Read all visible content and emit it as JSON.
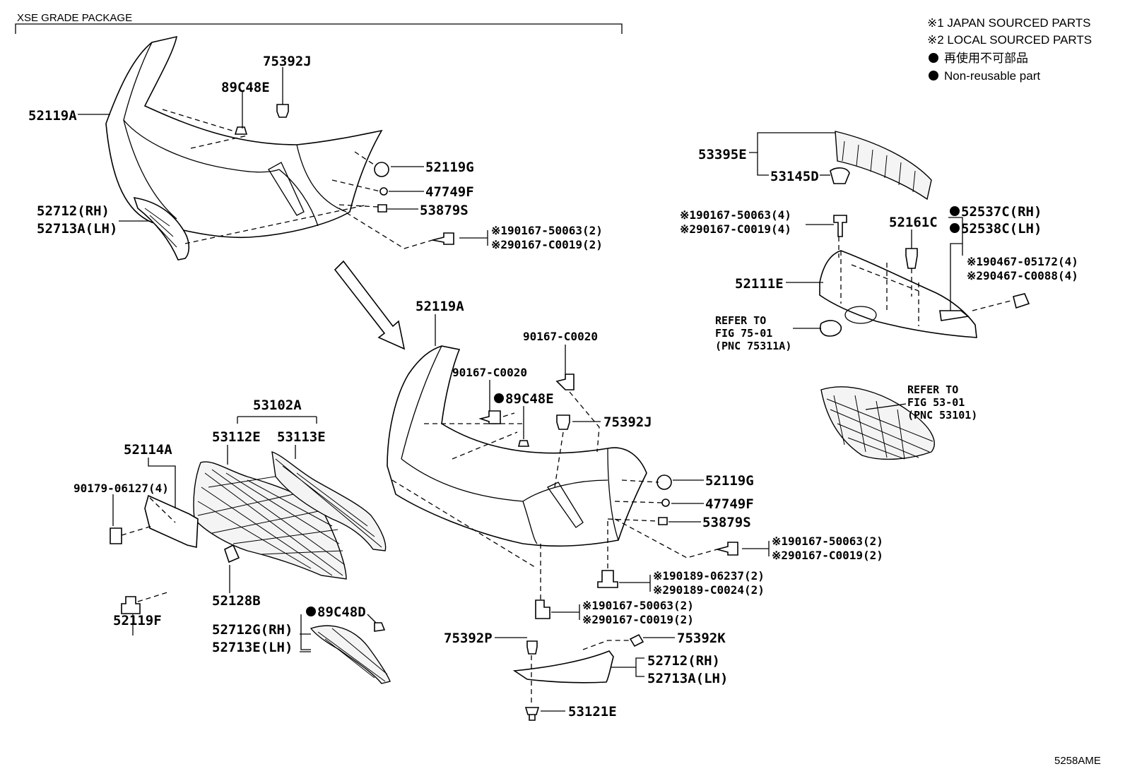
{
  "header": {
    "package": "XSE GRADE PACKAGE",
    "figure_code": "5258AME"
  },
  "legend": {
    "japan": "※1 JAPAN SOURCED PARTS",
    "local": "※2 LOCAL SOURCED PARTS",
    "non_reusable_jp": "再使用不可部品",
    "non_reusable_en": "Non-reusable part"
  },
  "labels": {
    "top_52119A": "52119A",
    "top_89C48E": "89C48E",
    "top_75392J": "75392J",
    "top_52119G": "52119G",
    "top_47749F": "47749F",
    "top_53879S": "53879S",
    "top_52712": "52712(RH)",
    "top_52713A": "52713A(LH)",
    "top_90167a": "※190167-50063(2)",
    "top_90167b": "※290167-C0019(2)",
    "r_53395E": "53395E",
    "r_53145D": "53145D",
    "r_90167a": "※190167-50063(4)",
    "r_90167b": "※290167-C0019(4)",
    "r_52161C": "52161C",
    "r_52537C": "52537C(RH)",
    "r_52538C": "52538C(LH)",
    "r_90467a": "※190467-05172(4)",
    "r_90467b": "※290467-C0088(4)",
    "r_52111E": "52111E",
    "r_refer1a": "REFER TO",
    "r_refer1b": "FIG 75-01",
    "r_refer1c": "(PNC 75311A)",
    "r_refer2a": "REFER TO",
    "r_refer2b": "FIG 53-01",
    "r_refer2c": "(PNC 53101)",
    "m_52119A": "52119A",
    "m_90167c1": "90167-C0020",
    "m_90167c2": "90167-C0020",
    "m_89C48E": "89C48E",
    "m_75392J": "75392J",
    "m_52119G": "52119G",
    "m_47749F": "47749F",
    "m_53879S": "53879S",
    "m_90167a": "※190167-50063(2)",
    "m_90167b": "※290167-C0019(2)",
    "m_90189a": "※190189-06237(2)",
    "m_90189b": "※290189-C0024(2)",
    "m_90167a2": "※190167-50063(2)",
    "m_90167b2": "※290167-C0019(2)",
    "m_75392P": "75392P",
    "m_75392K": "75392K",
    "m_52712": "52712(RH)",
    "m_52713A": "52713A(LH)",
    "m_53121E": "53121E",
    "l_53102A": "53102A",
    "l_53112E": "53112E",
    "l_53113E": "53113E",
    "l_52114A": "52114A",
    "l_90179": "90179-06127(4)",
    "l_52119F": "52119F",
    "l_52128B": "52128B",
    "l_89C48D": "89C48D",
    "l_52712G": "52712G(RH)",
    "l_52713E": "52713E(LH)"
  }
}
